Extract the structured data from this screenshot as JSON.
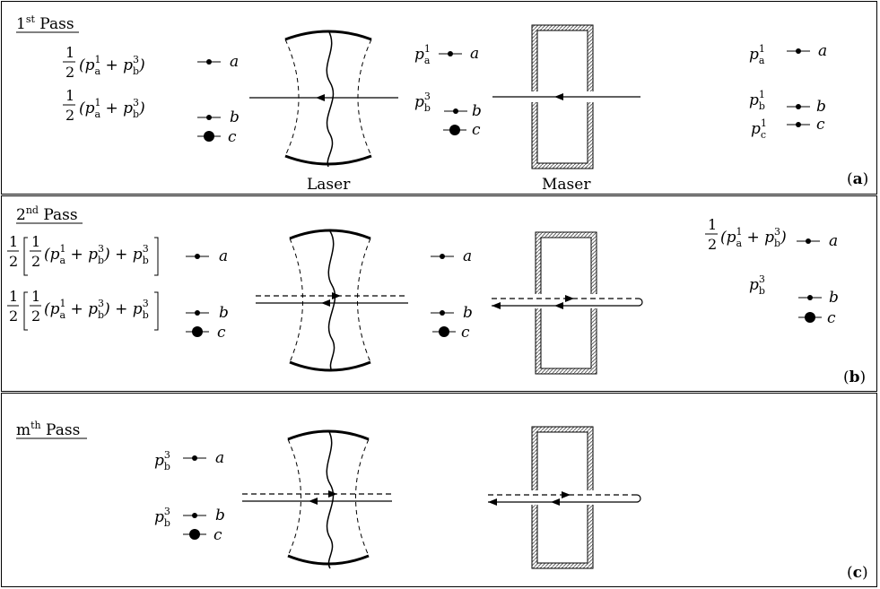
{
  "panels": [
    {
      "id": "a",
      "tag": "a",
      "title_base": "1",
      "title_sup": "st",
      "title_word": " Pass",
      "laser_label": "Laser",
      "maser_label": "Maser"
    },
    {
      "id": "b",
      "tag": "b",
      "title_base": "2",
      "title_sup": "nd",
      "title_word": " Pass"
    },
    {
      "id": "c",
      "tag": "c",
      "title_base": "m",
      "title_sup": "th",
      "title_word": " Pass"
    }
  ],
  "levels": {
    "a": "a",
    "b": "b",
    "c": "c"
  },
  "math": {
    "half": "1",
    "two": "2",
    "p": "p",
    "sub_a": "a",
    "sub_b": "b",
    "sub_c": "c",
    "sup1": "1",
    "sup3": "3",
    "plus": "+"
  }
}
